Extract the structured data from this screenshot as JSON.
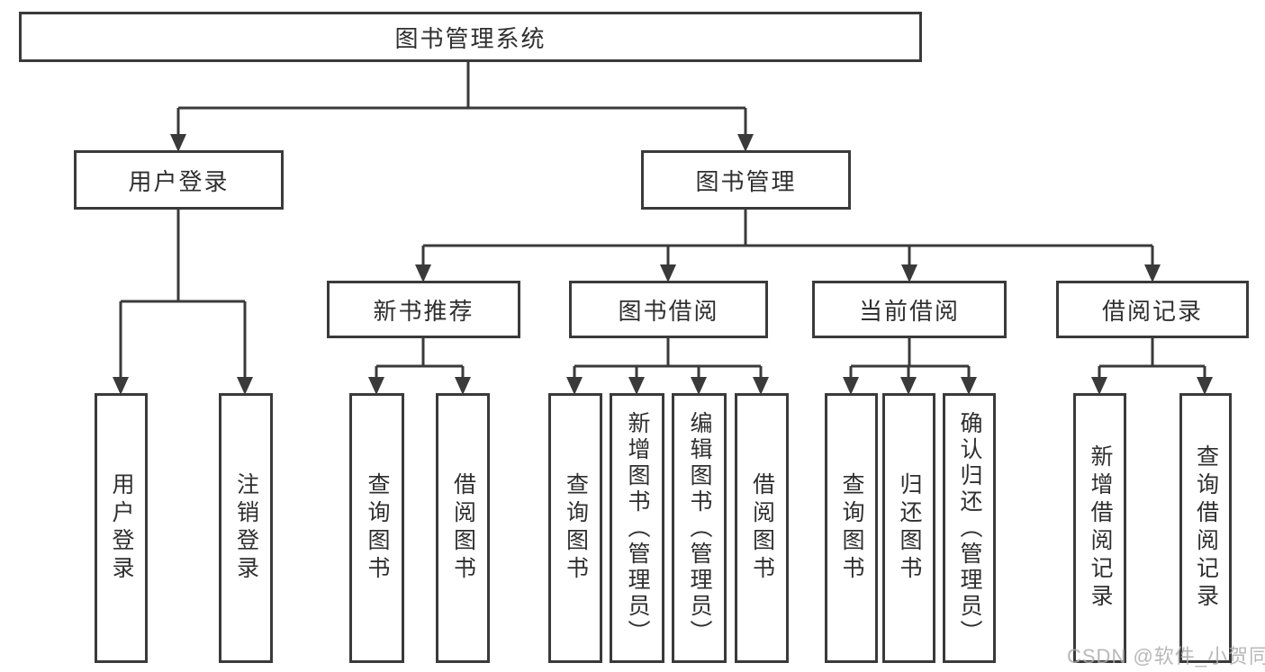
{
  "diagram": {
    "type": "hierarchy-tree",
    "title": "图书管理系统"
  },
  "tree": {
    "root": {
      "label": "图书管理系统"
    },
    "branches": [
      {
        "label": "用户登录",
        "children": [
          "用户登录",
          "注销登录"
        ]
      },
      {
        "label": "图书管理",
        "children": [
          {
            "label": "新书推荐",
            "children": [
              "查询图书",
              "借阅图书"
            ]
          },
          {
            "label": "图书借阅",
            "children": [
              "查询图书",
              "新增图书（管理员）",
              "编辑图书（管理员）",
              "借阅图书"
            ]
          },
          {
            "label": "当前借阅",
            "children": [
              "查询图书",
              "归还图书",
              "确认归还（管理员）"
            ]
          },
          {
            "label": "借阅记录",
            "children": [
              "新增借阅记录",
              "查询借阅记录"
            ]
          }
        ]
      }
    ]
  },
  "watermark": {
    "text": "CSDN @软件_小贺同学"
  },
  "colors": {
    "line": "#3a3a3a",
    "box_border": "#3a3a3a",
    "text": "#2f2f2f",
    "watermark": "#acacac",
    "background": "#ffffff"
  }
}
